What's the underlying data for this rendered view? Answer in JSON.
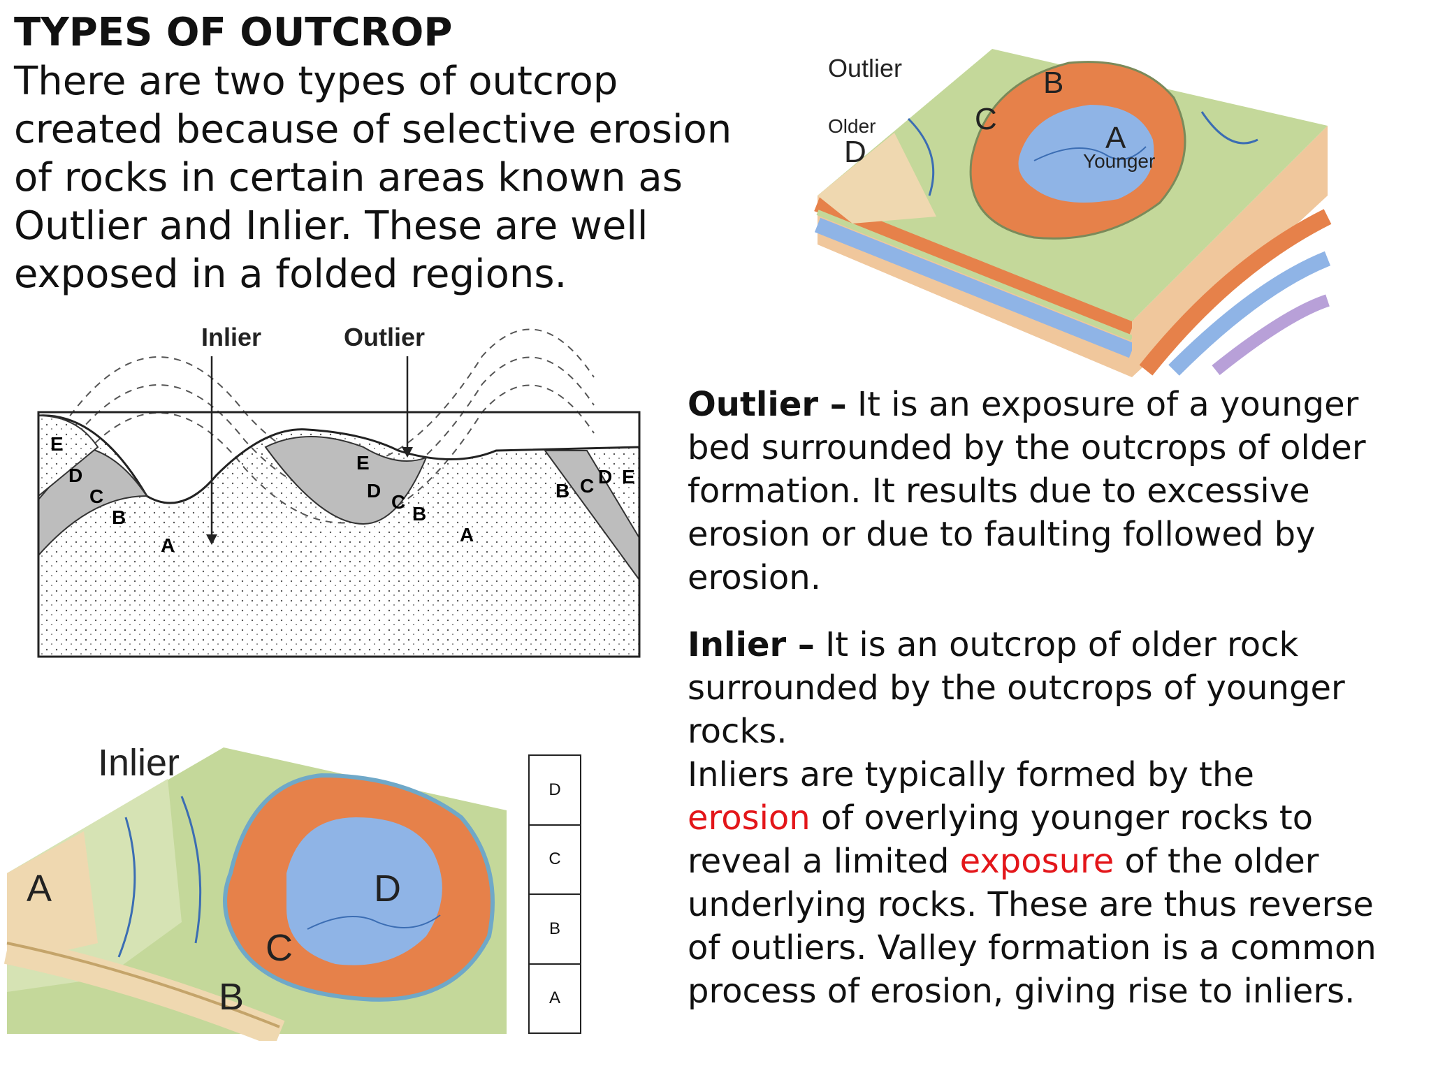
{
  "title": "TYPES OF OUTCROP",
  "intro": "There are two types of outcrop created because of selective erosion of rocks in certain areas known as Outlier and Inlier. These are well exposed in a folded regions.",
  "outlier_block": {
    "label": "Outlier",
    "older": "Older",
    "younger": "Younger",
    "letters": [
      "A",
      "B",
      "C",
      "D"
    ]
  },
  "cross_section": {
    "inlier_label": "Inlier",
    "outlier_label": "Outlier",
    "letters": [
      "A",
      "B",
      "C",
      "D",
      "E"
    ]
  },
  "inlier_block": {
    "label": "Inlier",
    "letters": [
      "A",
      "B",
      "C",
      "D"
    ]
  },
  "legend_column": [
    "D",
    "C",
    "B",
    "A"
  ],
  "outlier_def": {
    "term": "Outlier –",
    "text": " It is an exposure of a younger bed surrounded by the outcrops of older formation. It results due to excessive erosion or due to faulting followed by erosion."
  },
  "inlier_def": {
    "term": "Inlier –",
    "text1": " It is an outcrop of older rock surrounded by the outcrops of younger rocks.",
    "text2a": "Inliers are typically formed by the ",
    "red1": "erosion",
    "text2b": " of overlying younger rocks to reveal a limited ",
    "red2": "exposure",
    "text2c": " of the older underlying rocks. These are thus reverse of outliers. Valley formation is a common process of erosion, giving rise to inliers."
  },
  "colors": {
    "blue": "#8fb4e6",
    "orange": "#e6814a",
    "green": "#c4d89a",
    "tan": "#efd8b0",
    "red_text": "#e3161a"
  }
}
